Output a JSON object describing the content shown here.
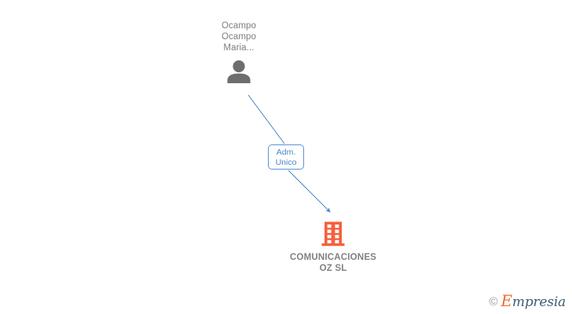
{
  "diagram": {
    "type": "org-relationship-graph",
    "background_color": "#ffffff",
    "nodes": [
      {
        "id": "person",
        "kind": "person",
        "icon": "person-silhouette-icon",
        "icon_color": "#6e6e6e",
        "label": "Ocampo\nOcampo\nMaria...",
        "label_color": "#7d7d7d",
        "label_lines": [
          "Ocampo",
          "Ocampo",
          "Maria..."
        ]
      },
      {
        "id": "company",
        "kind": "company",
        "icon": "office-building-icon",
        "icon_color": "#f4603c",
        "label": "COMUNICACIONES\nOZ SL",
        "label_color": "#808080",
        "label_lines": [
          "COMUNICACIONES",
          "OZ SL"
        ]
      }
    ],
    "edges": [
      {
        "id": "person-to-relation",
        "from": "person",
        "to": "relation-label",
        "color": "#4a86c8",
        "arrowhead": false
      },
      {
        "id": "relation-to-company",
        "from": "relation-label",
        "to": "company",
        "color": "#4a86c8",
        "arrowhead": true
      }
    ],
    "relation_label": {
      "text": "Adm.\nUnico",
      "lines": [
        "Adm.",
        "Unico"
      ],
      "text_color": "#4a86c8",
      "border_color": "#5b92d6",
      "fill_color": "#ffffff"
    }
  },
  "footer": {
    "copyright_symbol": "©",
    "brand_initial": "E",
    "brand_rest": "mpresia",
    "brand_full": "Empresia",
    "initial_color": "#ef6a33",
    "text_color": "#3e5c70"
  }
}
